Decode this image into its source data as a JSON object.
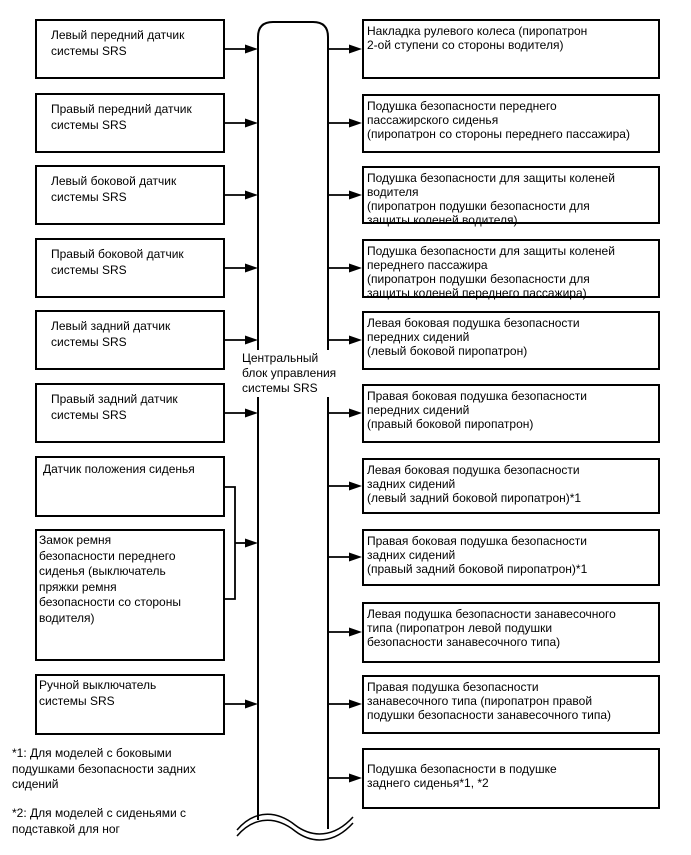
{
  "diagram": {
    "central_unit": {
      "label": "Центральный\nблок управления\nсистемы SRS"
    },
    "left_boxes": [
      {
        "label": "Левый передний датчик\nсистемы SRS"
      },
      {
        "label": "Правый передний датчик\nсистемы SRS"
      },
      {
        "label": "Левый боковой датчик\nсистемы SRS"
      },
      {
        "label": "Правый боковой датчик\nсистемы SRS"
      },
      {
        "label": "Левый задний датчик\nсистемы SRS"
      },
      {
        "label": "Правый задний датчик\nсистемы SRS"
      },
      {
        "label": "Датчик положения сиденья"
      },
      {
        "label": "Замок ремня\nбезопасности переднего\nсиденья (выключатель\nпряжки ремня\nбезопасности со стороны\nводителя)"
      },
      {
        "label": "Ручной выключатель\nсистемы SRS"
      }
    ],
    "right_boxes": [
      {
        "label": "Накладка рулевого колеса (пиропатрон\n2-ой ступени со стороны водителя)"
      },
      {
        "label": "Подушка безопасности переднего\nпассажирского сиденья\n(пиропатрон со стороны переднего пассажира)"
      },
      {
        "label": "Подушка безопасности для защиты коленей\nводителя\n(пиропатрон подушки безопасности для\nзащиты коленей водителя)"
      },
      {
        "label": "Подушка безопасности для защиты коленей\nпереднего пассажира\n(пиропатрон подушки безопасности для\nзащиты коленей переднего пассажира)"
      },
      {
        "label": "Левая боковая подушка безопасности\nпередних сидений\n(левый боковой пиропатрон)"
      },
      {
        "label": "Правая боковая подушка безопасности\nпередних сидений\n(правый боковой пиропатрон)"
      },
      {
        "label": "Левая боковая подушка безопасности\nзадних сидений\n(левый задний боковой пиропатрон)*1"
      },
      {
        "label": "Правая боковая подушка безопасности\nзадних сидений\n(правый задний боковой пиропатрон)*1"
      },
      {
        "label": "Левая подушка безопасности занавесочного\nтипа (пиропатрон левой подушки\nбезопасности занавесочного типа)"
      },
      {
        "label": "Правая подушка безопасности\nзанавесочного типа (пиропатрон правой\nподушки безопасности занавесочного типа)"
      },
      {
        "label": "Подушка безопасности в подушке\nзаднего сиденья*1, *2"
      }
    ],
    "footnotes": [
      {
        "label": "*1: Для моделей с боковыми\nподушками безопасности задних\nсидений"
      },
      {
        "label": "*2: Для моделей с сиденьями с\nподставкой для ног"
      }
    ],
    "colors": {
      "line": "#000000",
      "background": "#ffffff"
    }
  }
}
